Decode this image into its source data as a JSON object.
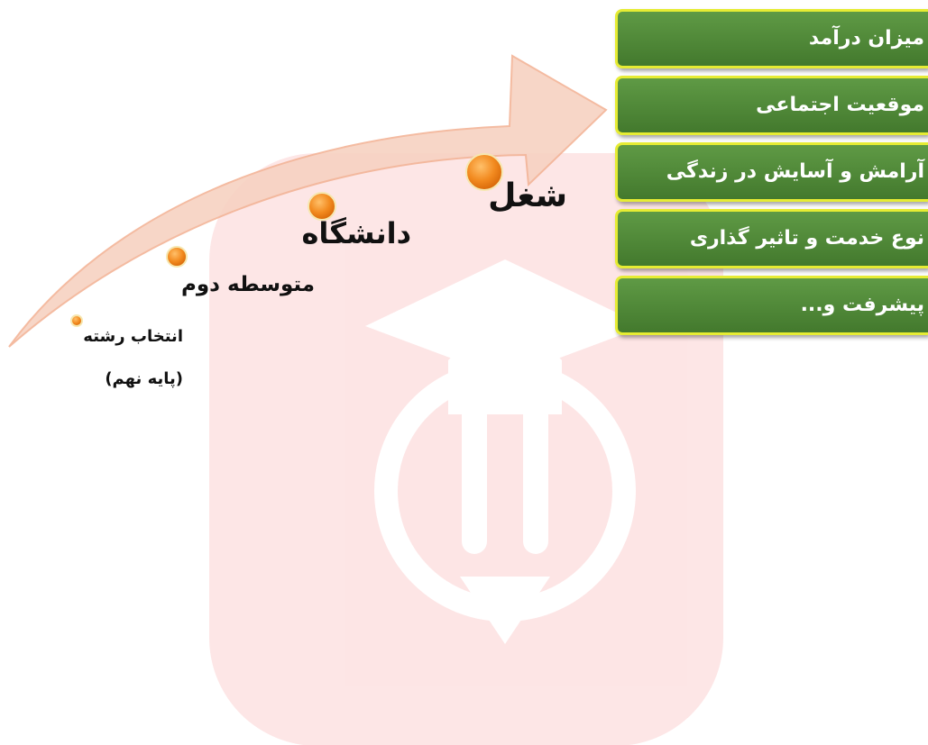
{
  "stages": [
    {
      "line1": "انتخاب رشته",
      "line2": "(پایه نهم)"
    },
    {
      "line1": "متوسطه دوم"
    },
    {
      "line1": "دانشگاه"
    },
    {
      "line1": "شغل"
    }
  ],
  "factors": [
    "میزان درآمد",
    "موقعیت اجتماعی",
    "آرامش و آسایش در زندگی",
    "نوع خدمت و تاثیر گذاری",
    "پیشرفت و..."
  ],
  "colors": {
    "arrow": "#f7d2c2",
    "dot": "#f28a1f",
    "box": "#4e8a36",
    "box_border": "#e6ec34",
    "watermark": "#fbe0e0"
  }
}
